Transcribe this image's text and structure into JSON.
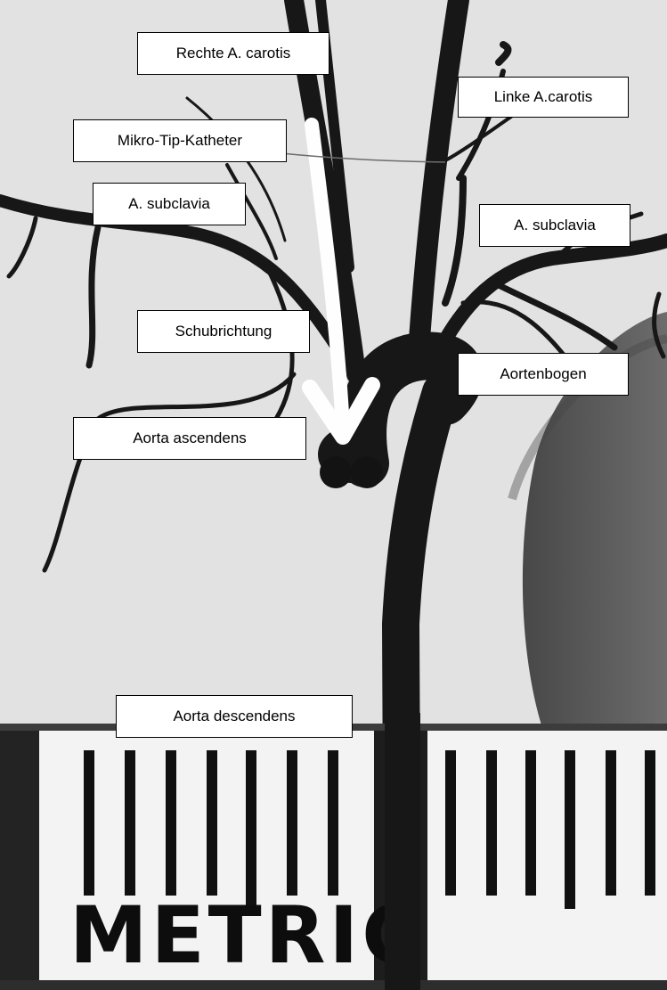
{
  "labels": {
    "rechte_carotis": "Rechte A. carotis",
    "linke_carotis": "Linke A.carotis",
    "mikro_tip": "Mikro-Tip-Katheter",
    "subclavia_left": "A. subclavia",
    "subclavia_right": "A. subclavia",
    "schubrichtung": "Schubrichtung",
    "aortenbogen": "Aortenbogen",
    "aorta_ascendens": "Aorta ascendens",
    "aorta_descendens": "Aorta descendens"
  },
  "ruler": {
    "text": "METRIC"
  },
  "colors": {
    "vessel": "#141414",
    "background": "#e4e4e4",
    "ruler_bg": "#ffffff",
    "arrow": "#ffffff"
  }
}
